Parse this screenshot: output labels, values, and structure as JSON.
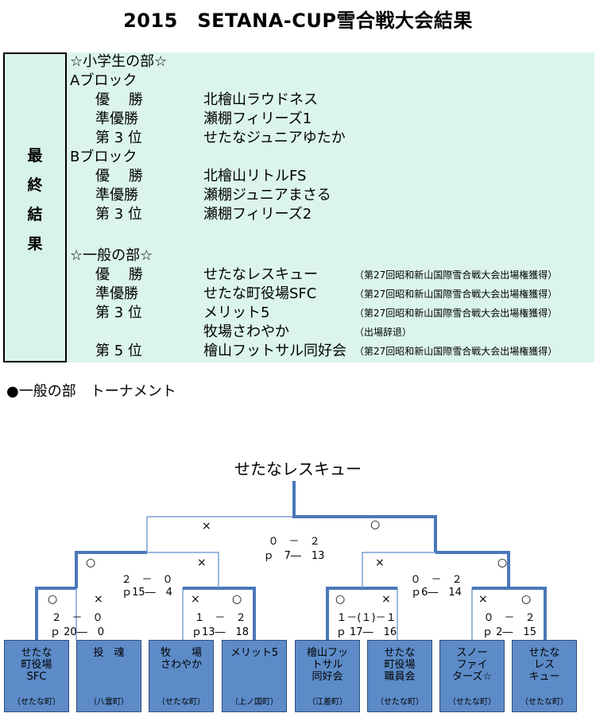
{
  "title": "2015　SETANA-CUP雪合戦大会結果",
  "side_label": [
    "最",
    "終",
    "結",
    "果"
  ],
  "results": {
    "elementary_header": "☆小学生の部☆",
    "block_a": {
      "label": "Aブロック",
      "rows": [
        {
          "rank": "優　 勝",
          "team": "北檜山ラウドネス"
        },
        {
          "rank": "準優勝",
          "team": "瀬棚フィリーズ1"
        },
        {
          "rank": "第 3 位",
          "team": "せたなジュニアゆたか"
        }
      ]
    },
    "block_b": {
      "label": "Bブロック",
      "rows": [
        {
          "rank": "優　 勝",
          "team": "北檜山リトルFS"
        },
        {
          "rank": "準優勝",
          "team": "瀬棚ジュニアまさる"
        },
        {
          "rank": "第 3 位",
          "team": "瀬棚フィリーズ2"
        }
      ]
    },
    "general_header": "☆一般の部☆",
    "general": [
      {
        "rank": "優　 勝",
        "team": "せたなレスキュー",
        "note": "（第27回昭和新山国際雪合戦大会出場権獲得）"
      },
      {
        "rank": "準優勝",
        "team": "せたな町役場SFC",
        "note": "（第27回昭和新山国際雪合戦大会出場権獲得）"
      },
      {
        "rank": "第 3 位",
        "team": "メリット5",
        "note": "（第27回昭和新山国際雪合戦大会出場権獲得）"
      },
      {
        "rank": "",
        "team": "牧場さわやか",
        "note": "（出場辞退）"
      },
      {
        "rank": "第 5 位",
        "team": "檜山フットサル同好会",
        "note": "（第27回昭和新山国際雪合戦大会出場権獲得）"
      }
    ]
  },
  "tournament_heading": "●一般の部　トーナメント",
  "champion": "せたなレスキュー",
  "matches": {
    "final": {
      "score": "０　－　２",
      "sub": "ｐ　7―　13",
      "left_mark": "×",
      "right_mark": "○"
    },
    "semi_left": {
      "score": "２　－　０",
      "sub": "ｐ15―　4",
      "left_mark": "○",
      "right_mark": "×"
    },
    "semi_right": {
      "score": "０　－　２",
      "sub": "ｐ6―　14",
      "left_mark": "×",
      "right_mark": "○"
    },
    "q1": {
      "score": "２　－　０",
      "sub": "ｐ 20―　0",
      "left_mark": "○",
      "right_mark": "×"
    },
    "q2": {
      "score": "１　－　２",
      "sub": "ｐ13―　18",
      "left_mark": "×",
      "right_mark": "○"
    },
    "q3": {
      "score": "１－(１)－１",
      "sub": "ｐ 17―　16",
      "left_mark": "○",
      "right_mark": "×"
    },
    "q4": {
      "score": "０　－　２",
      "sub": "ｐ 2―　15",
      "left_mark": "×",
      "right_mark": "○"
    }
  },
  "teams": [
    {
      "name": "せたな\n町役場\nSFC",
      "town": "（せたな町）"
    },
    {
      "name": "投　魂",
      "town": "（八雲町）"
    },
    {
      "name": "牧　　場\nさわやか",
      "town": "（せたな町）"
    },
    {
      "name": "メリット5",
      "town": "（上ノ国町）"
    },
    {
      "name": "檜山フッ\nトサル\n同好会",
      "town": "（江差町）"
    },
    {
      "name": "せたな\n町役場\n職員会",
      "town": "（せたな町）"
    },
    {
      "name": "スノー\nファイ\nターズ☆",
      "town": "（せたな町）"
    },
    {
      "name": "せたな\nレス\nキュー",
      "town": "（せたな町）"
    }
  ],
  "colors": {
    "panel": "#dcf5ec",
    "box": "#5c8bc8",
    "winner_line": "#4a78b8",
    "loser_line": "#7aa0d4"
  }
}
